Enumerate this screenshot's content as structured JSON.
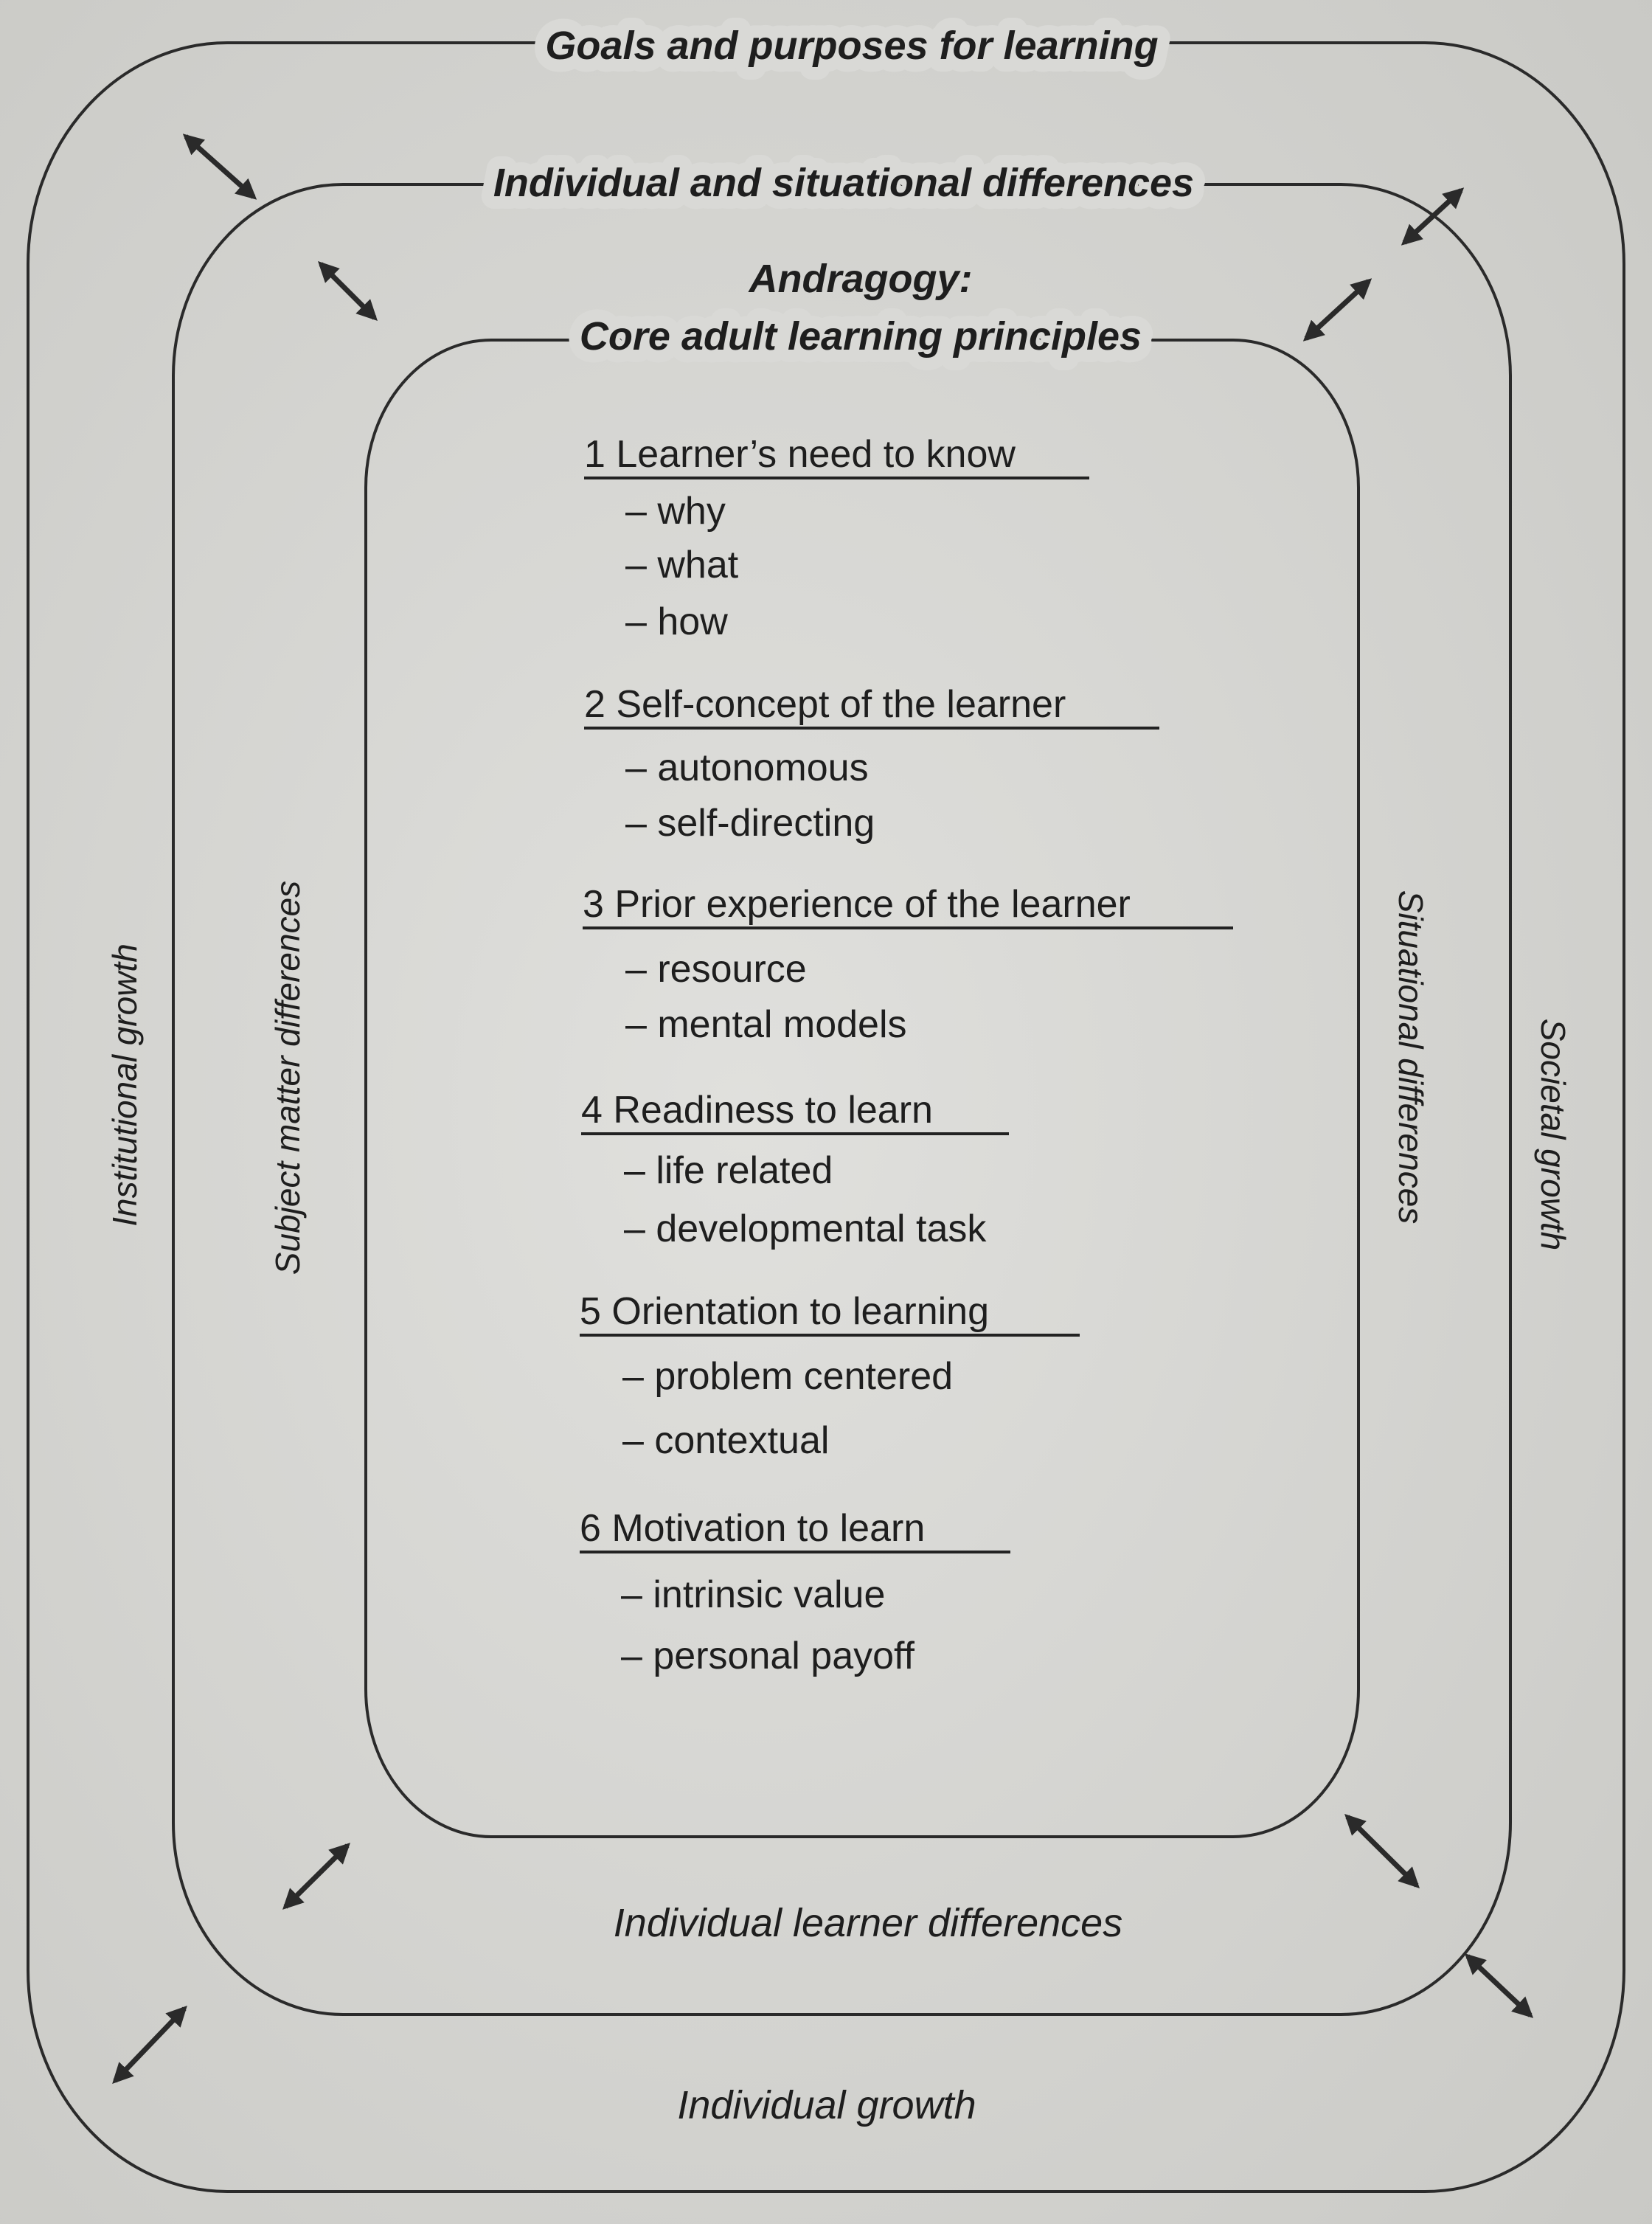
{
  "diagram": {
    "rings": {
      "outer": {
        "top": "Goals and purposes for learning",
        "left": "Institutional growth",
        "right": "Societal growth",
        "bottom": "Individual growth"
      },
      "middle": {
        "top": "Individual and situational differences",
        "left": "Subject matter differences",
        "right": "Situational differences",
        "bottom": "Individual learner differences"
      },
      "inner": {
        "title_line1": "Andragogy:",
        "title_line2": "Core adult learning principles"
      }
    },
    "principles": [
      {
        "heading": "1 Learner’s need to know",
        "items": [
          "– why",
          "– what",
          "– how"
        ]
      },
      {
        "heading": "2 Self-concept of the learner",
        "items": [
          "– autonomous",
          "– self-directing"
        ]
      },
      {
        "heading": "3 Prior experience of the learner",
        "items": [
          "– resource",
          "– mental models"
        ]
      },
      {
        "heading": "4 Readiness to learn",
        "items": [
          "– life related",
          "– developmental task"
        ]
      },
      {
        "heading": "5 Orientation to learning",
        "items": [
          "– problem centered",
          "– contextual"
        ]
      },
      {
        "heading": "6 Motivation to learn",
        "items": [
          "– intrinsic value",
          "– personal payoff"
        ]
      }
    ],
    "colors": {
      "ink": "#1e1e1e",
      "paper": "#d8d8d5"
    }
  }
}
